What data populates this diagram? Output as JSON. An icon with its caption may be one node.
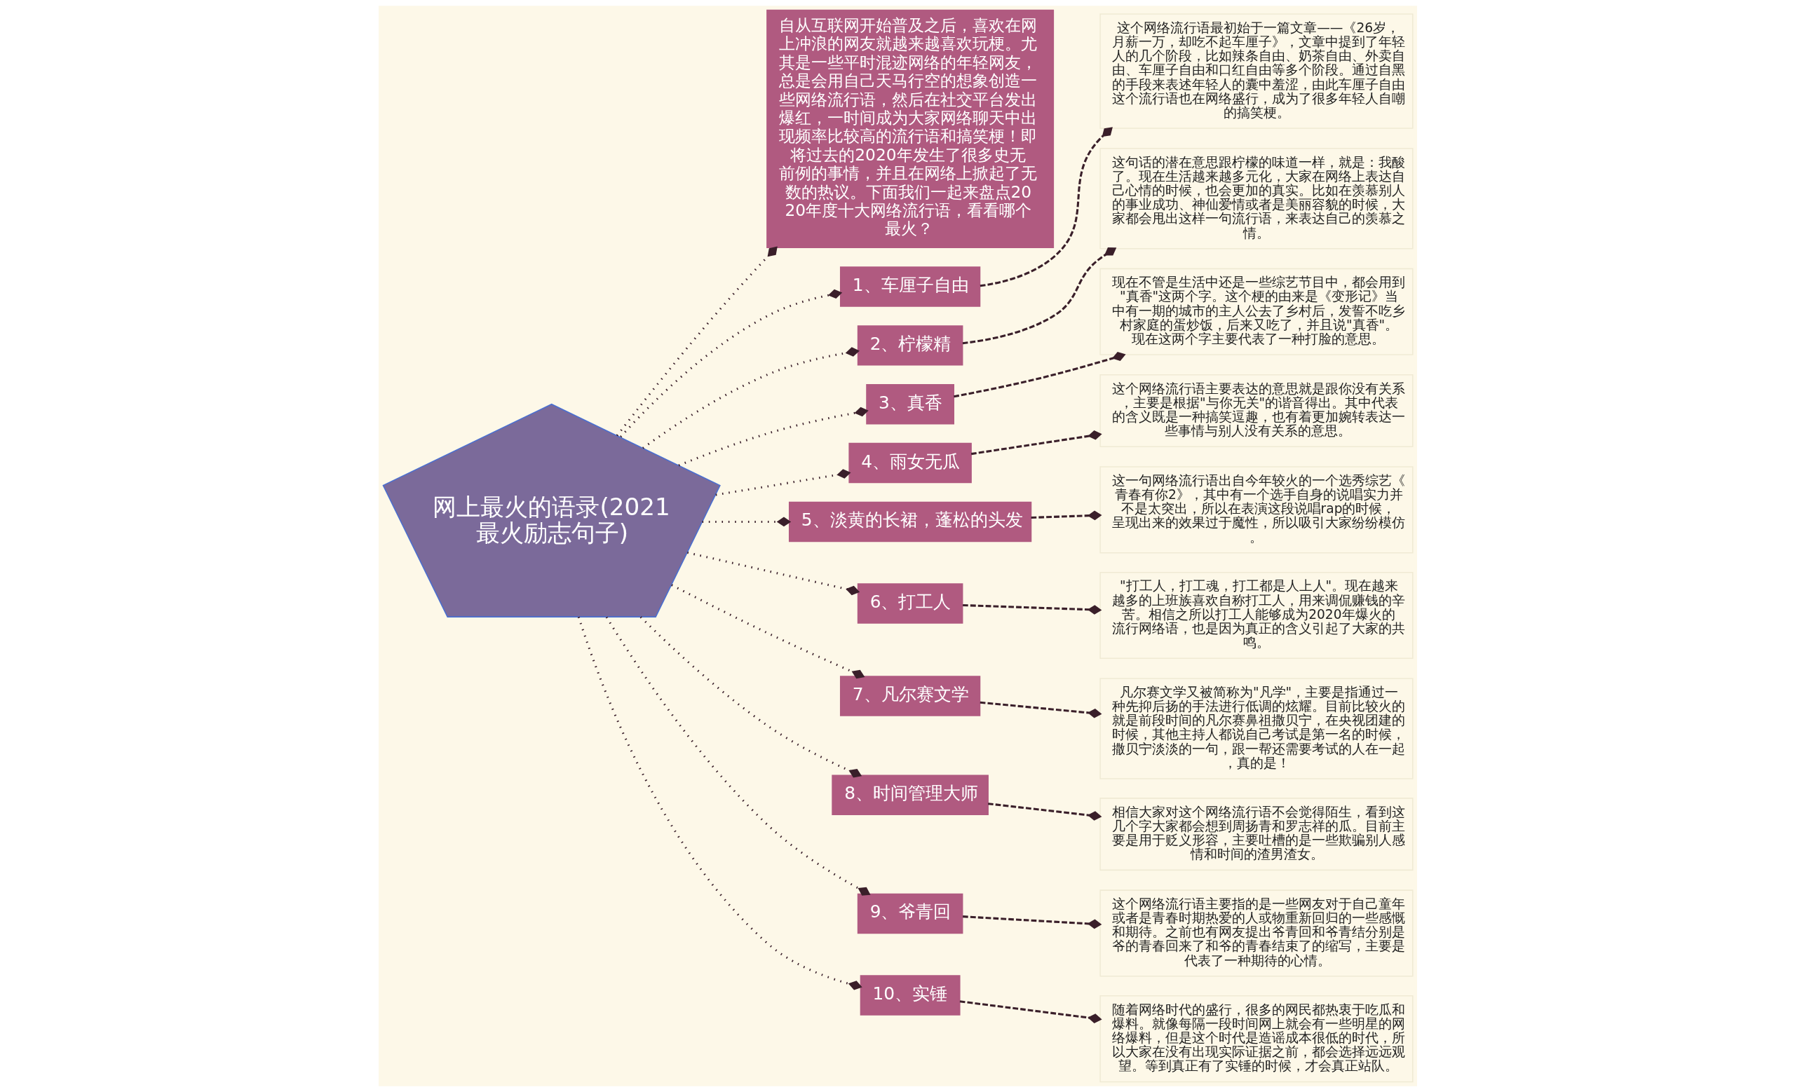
{
  "diagram": {
    "nodes": [
      {
        "text": [
          "网上最火的语录(2021最火励志句子)"
        ]
      },
      {
        "text": [
          "自从互联网开始普及之后，喜欢在网上冲浪的网友就越来越喜欢玩梗。尤其是一些平时混迹网络的年轻网友，总是会用自己天马行空的想象创造一些网络流行语，然后在社交平台发出爆红，一时间成为大家网络聊天中出现频率比较高的流行语和搞笑梗！即将过去的2020年发生了很多史无前例的事情，并且在网络上掀起了无数的热议。下面我们一起来盘点2020年度十大网络流行语，看看哪个最火？"
        ]
      },
      {
        "text": [
          "1、车厘子自由"
        ]
      },
      {
        "text": [
          "这个网络流行语最初始于一篇文章——《26岁，月薪一万，却吃不起车厘子》，文章中提到了年轻人的几个阶段，比如辣条自由、奶茶自由、外卖自由、车厘子自由和口红自由等多个阶段。通过自黑的手段来表述年轻人的囊中羞涩，由此车厘子自由这个流行语也在网络盛行，成为了很多年轻人自嘲的搞笑梗。"
        ]
      },
      {
        "text": [
          "2、柠檬精"
        ]
      },
      {
        "text": [
          "这句话的潜在意思跟柠檬的味道一样，就是：我酸了。现在生活越来越多元化，大家在网络上表达自己心情的时候，也会更加的真实。比如在羡慕别人的事业成功、神仙爱情或者是美丽容貌的时候，大家都会甩出这样一句流行语，来表达自己的羡慕之情。"
        ]
      },
      {
        "text": [
          "3、真香"
        ]
      },
      {
        "text": [
          "现在不管是生活中还是一些综艺节目中，都会用到\"真香\"这两个字。这个梗的由来是《变形记》当中有一期的城市的主人公去了乡村后，发誓不吃乡村家庭的蛋炒饭，后来又吃了，并且说\"真香\"。现在这两个字主要代表了一种打脸的意思。"
        ]
      },
      {
        "text": [
          "4、雨女无瓜"
        ]
      },
      {
        "text": [
          "这个网络流行语主要表达的意思就是跟你没有关系，主要是根据\"与你无关\"的谐音得出。其中代表的含义既是一种搞笑逗趣，也有着更加婉转表达一些事情与别人没有关系的意思。"
        ]
      },
      {
        "text": [
          "5、淡黄的长裙，蓬松的头发"
        ]
      },
      {
        "text": [
          "这一句网络流行语出自今年较火的一个选秀综艺《青春有你2》，其中有一个选手自身的说唱实力并不是太突出，所以在表演这段说唱rap的时候，呈现出来的效果过于魔性，所以吸引大家纷纷模仿。"
        ]
      },
      {
        "text": [
          "6、打工人"
        ]
      },
      {
        "text": [
          "\"打工人，打工魂，打工都是人上人\"。现在越来越多的上班族喜欢自称打工人，用来调侃赚钱的辛苦。相信之所以打工人能够成为2020年爆火的流行网络语，也是因为真正的含义引起了大家的共鸣。"
        ]
      },
      {
        "text": [
          "7、凡尔赛文学"
        ]
      },
      {
        "text": [
          "凡尔赛文学又被简称为\"凡学\"，主要是指通过一种先抑后扬的手法进行低调的炫耀。目前比较火的就是前段时间的凡尔赛鼻祖撒贝宁，在央视团建的时候，其他主持人都说自己考试是第一名的时候，撒贝宁淡淡的一句，跟一帮还需要考试的人在一起，真的是！"
        ]
      },
      {
        "text": [
          "8、时间管理大师"
        ]
      },
      {
        "text": [
          "相信大家对这个网络流行语不会觉得陌生，看到这几个字大家都会想到周扬青和罗志祥的瓜。目前主要是用于贬义形容，主要吐槽的是一些欺骗别人感情和时间的渣男渣女。"
        ]
      },
      {
        "text": [
          "9、爷青回"
        ]
      },
      {
        "text": [
          "这个网络流行语主要指的是一些网友对于自己童年或者是青春时期热爱的人或物重新回归的一些感慨和期待。之前也有网友提出爷青回和爷青结分别是爷的青春回来了和爷的青春结束了的缩写，主要是代表了一种期待的心情。"
        ]
      },
      {
        "text": [
          "10、实锤"
        ]
      },
      {
        "text": [
          "随着网络时代的盛行，很多的网民都热衷于吃瓜和爆料。就像每隔一段时间网上就会有一些明星的网络爆料，但是这个时代是造谣成本很低的时代，所以大家在没有出现实际证据之前，都会选择远远观望。等到真正有了实锤的时候，才会真正站队。"
        ]
      }
    ],
    "edges": [
      {
        "from": 0,
        "to": 1,
        "arrow": "other"
      },
      {
        "from": 0,
        "to": 2,
        "arrow": "other"
      },
      {
        "from": 2,
        "to": 3,
        "arrow": "other",
        "style": "dashed"
      },
      {
        "from": 0,
        "to": 4,
        "arrow": "other"
      },
      {
        "from": 4,
        "to": 5,
        "arrow": "other",
        "style": "dashed"
      },
      {
        "from": 0,
        "to": 6,
        "arrow": "other"
      },
      {
        "from": 6,
        "to": 7,
        "arrow": "other",
        "style": "dashed"
      },
      {
        "from": 0,
        "to": 8,
        "arrow": "other"
      },
      {
        "from": 8,
        "to": 9,
        "arrow": "other",
        "style": "dashed"
      },
      {
        "from": 0,
        "to": 10,
        "arrow": "other"
      },
      {
        "from": 10,
        "to": 11,
        "arrow": "other",
        "style": "dashed"
      },
      {
        "from": 0,
        "to": 12,
        "arrow": "other"
      },
      {
        "from": 12,
        "to": 13,
        "arrow": "other",
        "style": "dashed"
      },
      {
        "from": 0,
        "to": 14,
        "arrow": "other"
      },
      {
        "from": 14,
        "to": 15,
        "arrow": "other",
        "style": "dashed"
      },
      {
        "from": 0,
        "to": 16,
        "arrow": "other"
      },
      {
        "from": 16,
        "to": 17,
        "arrow": "other",
        "style": "dashed"
      },
      {
        "from": 0,
        "to": 18,
        "arrow": "other"
      },
      {
        "from": 18,
        "to": 19,
        "arrow": "other",
        "style": "dashed"
      },
      {
        "from": 0,
        "to": 20,
        "arrow": "other"
      },
      {
        "from": 20,
        "to": 21,
        "arrow": "other",
        "style": "dashed"
      }
    ]
  }
}
